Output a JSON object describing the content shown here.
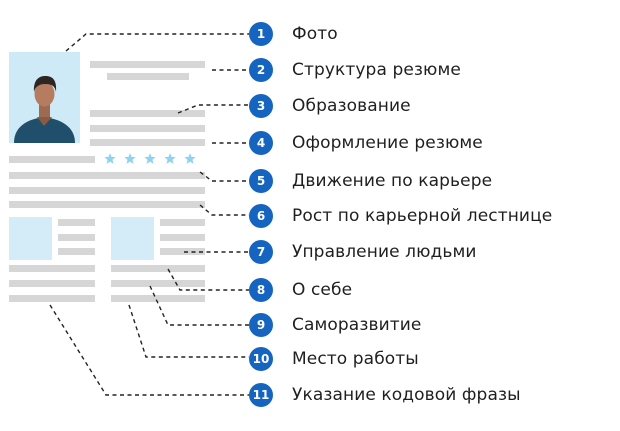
{
  "colors": {
    "badge": "#1565c0",
    "text_line": "#d6d6d6",
    "photo_bg": "#cfeaf7",
    "box_bg": "#d4ecf7",
    "star": "#8fd3ef",
    "connector": "#222222"
  },
  "icons": [
    "person-photo-icon",
    "star-icon"
  ],
  "rating_stars": 5,
  "legend": [
    {
      "num": "1",
      "label": "Фото"
    },
    {
      "num": "2",
      "label": "Структура резюме"
    },
    {
      "num": "3",
      "label": "Образование"
    },
    {
      "num": "4",
      "label": "Оформление резюме"
    },
    {
      "num": "5",
      "label": "Движение по карьере"
    },
    {
      "num": "6",
      "label": "Рост по карьерной лестнице"
    },
    {
      "num": "7",
      "label": "Управление людьми"
    },
    {
      "num": "8",
      "label": "О себе"
    },
    {
      "num": "9",
      "label": "Саморазвитие"
    },
    {
      "num": "10",
      "label": "Место работы"
    },
    {
      "num": "11",
      "label": "Указание кодовой фразы"
    }
  ]
}
